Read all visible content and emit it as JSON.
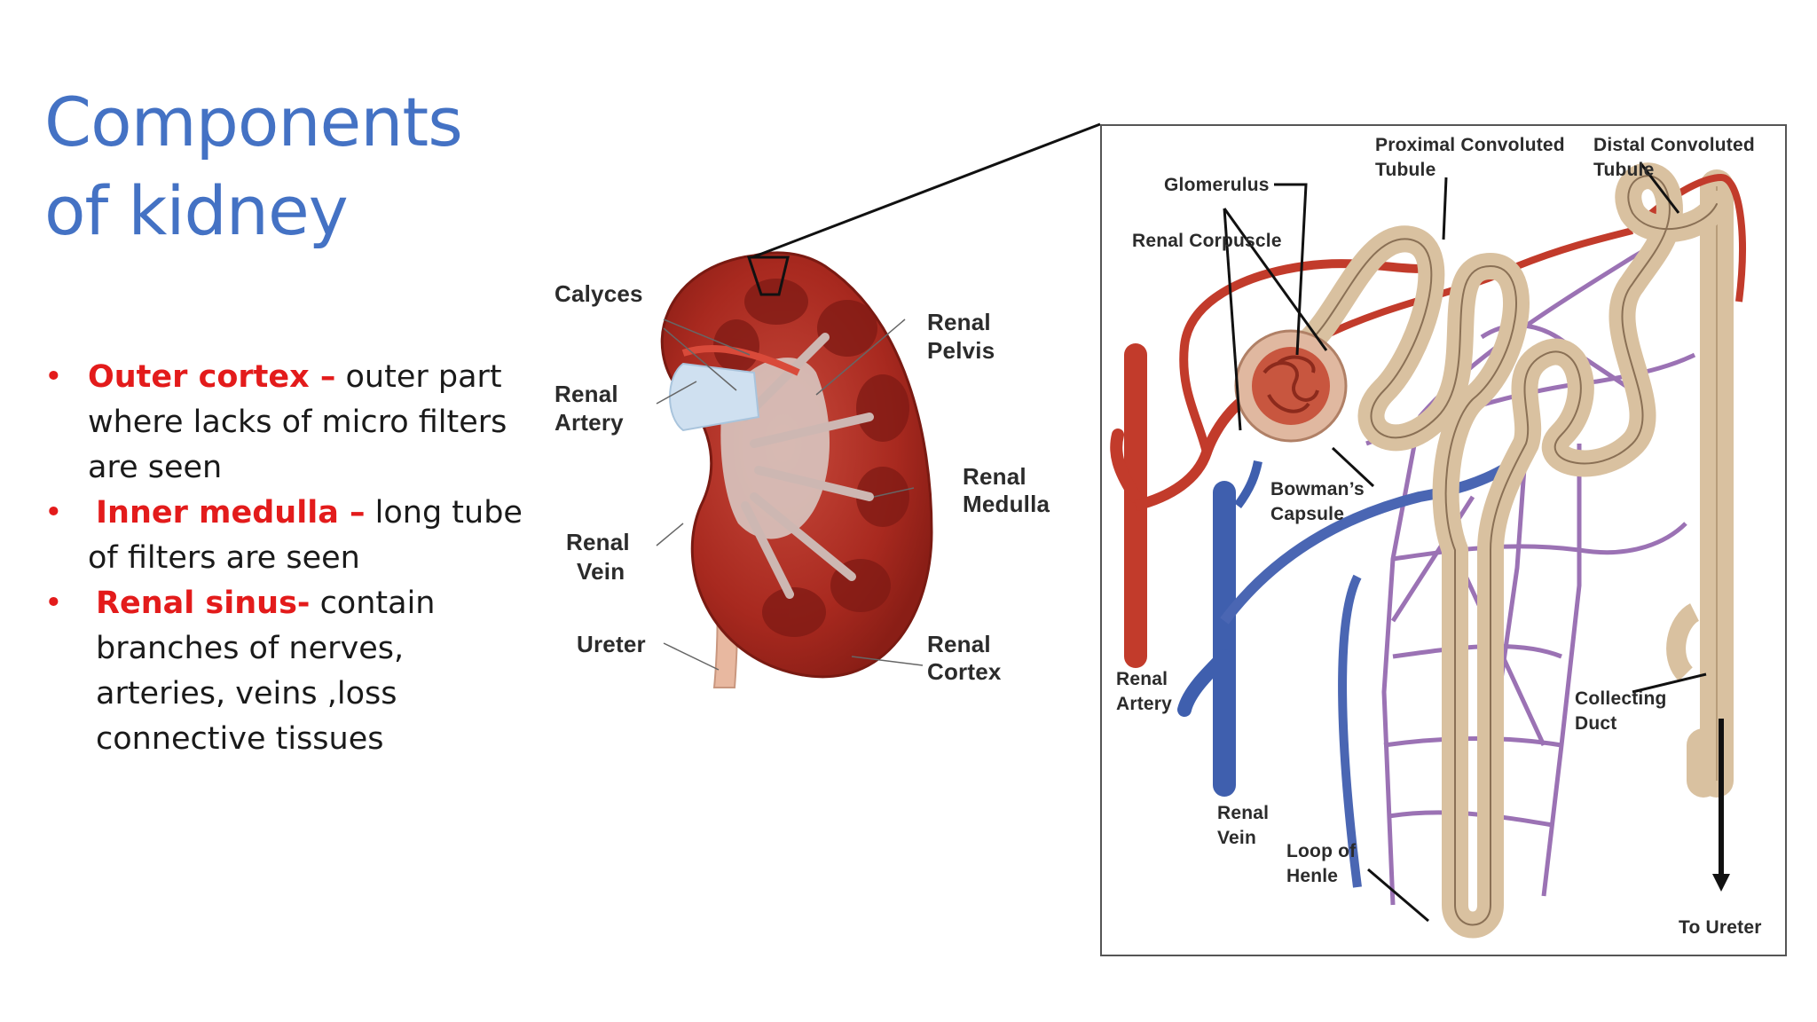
{
  "slide": {
    "title_line1": "Components",
    "title_line2": "of kidney",
    "bullets": [
      {
        "term": "Outer cortex –",
        "text": " outer part where lacks of micro filters are seen"
      },
      {
        "term": "Inner medulla –",
        "text": " long tube of filters are seen"
      },
      {
        "term": "Renal sinus-",
        "text": " contain branches of nerves, arteries, veins ,loss connective tissues"
      }
    ],
    "bullet_symbol": "•"
  },
  "kidney_diagram": {
    "calyces": "Calyces",
    "renal_artery_1": "Renal",
    "renal_artery_2": "Artery",
    "renal_vein_1": "Renal",
    "renal_vein_2": "Vein",
    "ureter": "Ureter",
    "renal_pelvis_1": "Renal",
    "renal_pelvis_2": "Pelvis",
    "renal_medulla_1": "Renal",
    "renal_medulla_2": "Medulla",
    "renal_cortex_1": "Renal",
    "renal_cortex_2": "Cortex"
  },
  "nephron_diagram": {
    "pct_1": "Proximal Convoluted",
    "pct_2": "Tubule",
    "dct_1": "Distal Convoluted",
    "dct_2": "Tubule",
    "glomerulus": "Glomerulus",
    "renal_corpuscle": "Renal Corpuscle",
    "bowmans_1": "Bowman’s",
    "bowmans_2": "Capsule",
    "renal_artery_1": "Renal",
    "renal_artery_2": "Artery",
    "renal_vein_1": "Renal",
    "renal_vein_2": "Vein",
    "loop_1": "Loop of",
    "loop_2": "Henle",
    "collecting_1": "Collecting",
    "collecting_2": "Duct",
    "to_ureter": "To Ureter"
  },
  "colors": {
    "title": "#4472c4",
    "term": "#e31b1b",
    "kidney": "#a8291f",
    "artery": "#c23b2b",
    "vein": "#3f5fae",
    "capillary": "#8a5aa8",
    "tubule": "#d9c1a0"
  }
}
